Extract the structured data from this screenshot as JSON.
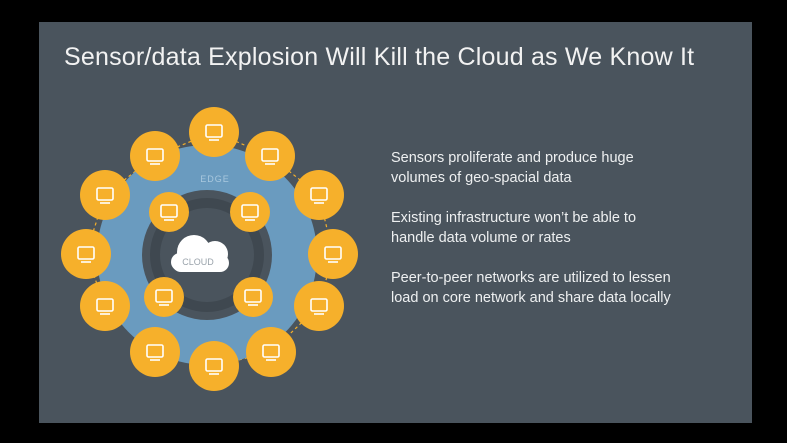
{
  "slide": {
    "title": "Sensor/data Explosion Will Kill the Cloud as We Know It",
    "diagram": {
      "edge_label": "EDGE",
      "cloud_label": "CLOUD",
      "outer_icons": [
        "monitor-icon",
        "kiosk-icon",
        "smartphone-icon",
        "car-icon",
        "tablet-icon",
        "smartwatch-icon",
        "phone-icon",
        "factory-icon",
        "atm-icon",
        "turbine-icon",
        "laptop-icon",
        "drone-icon"
      ],
      "inner_icons": [
        "satellite-dish-icon",
        "wind-turbine-icon",
        "gamepad-icon",
        "monitor-display-icon"
      ],
      "colors": {
        "background": "#4a545d",
        "ring": "#6a9bbf",
        "node": "#f6b02b",
        "cloud": "#ffffff"
      }
    },
    "bullets": [
      {
        "line1": "Sensors proliferate and produce huge",
        "line2": "volumes of geo-spacial data"
      },
      {
        "line1": "Existing infrastructure won’t be able to",
        "line2": "handle data volume or rates"
      },
      {
        "line1": "Peer-to-peer networks are utilized to lessen",
        "line2": "load on core network and share data locally"
      }
    ]
  }
}
